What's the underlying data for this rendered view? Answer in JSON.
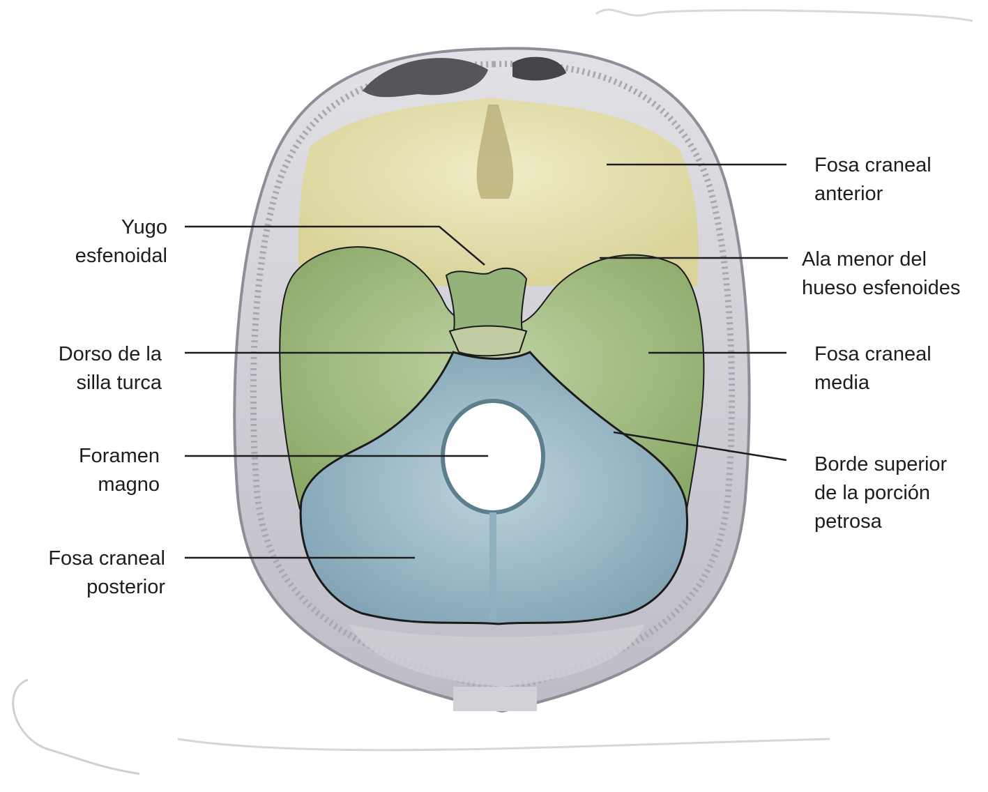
{
  "labels": {
    "fosa_anterior": [
      "Fosa craneal",
      "anterior"
    ],
    "yugo": [
      "Yugo",
      "esfenoidal"
    ],
    "ala_menor": [
      "Ala menor del",
      "hueso esfenoides"
    ],
    "dorso": [
      "Dorso de la",
      "silla turca"
    ],
    "fosa_media": [
      "Fosa craneal",
      "media"
    ],
    "foramen": [
      "Foramen",
      "magno"
    ],
    "borde": [
      "Borde superior",
      "de la porción",
      "petrosa"
    ],
    "fosa_posterior": [
      "Fosa craneal",
      "posterior"
    ]
  },
  "colors": {
    "anterior_fossa": "#e7e2b0",
    "middle_fossa": "#a7c184",
    "posterior_fossa": "#9cbccb",
    "bone": "#d3d2d8",
    "outline": "#1b1b1b"
  }
}
